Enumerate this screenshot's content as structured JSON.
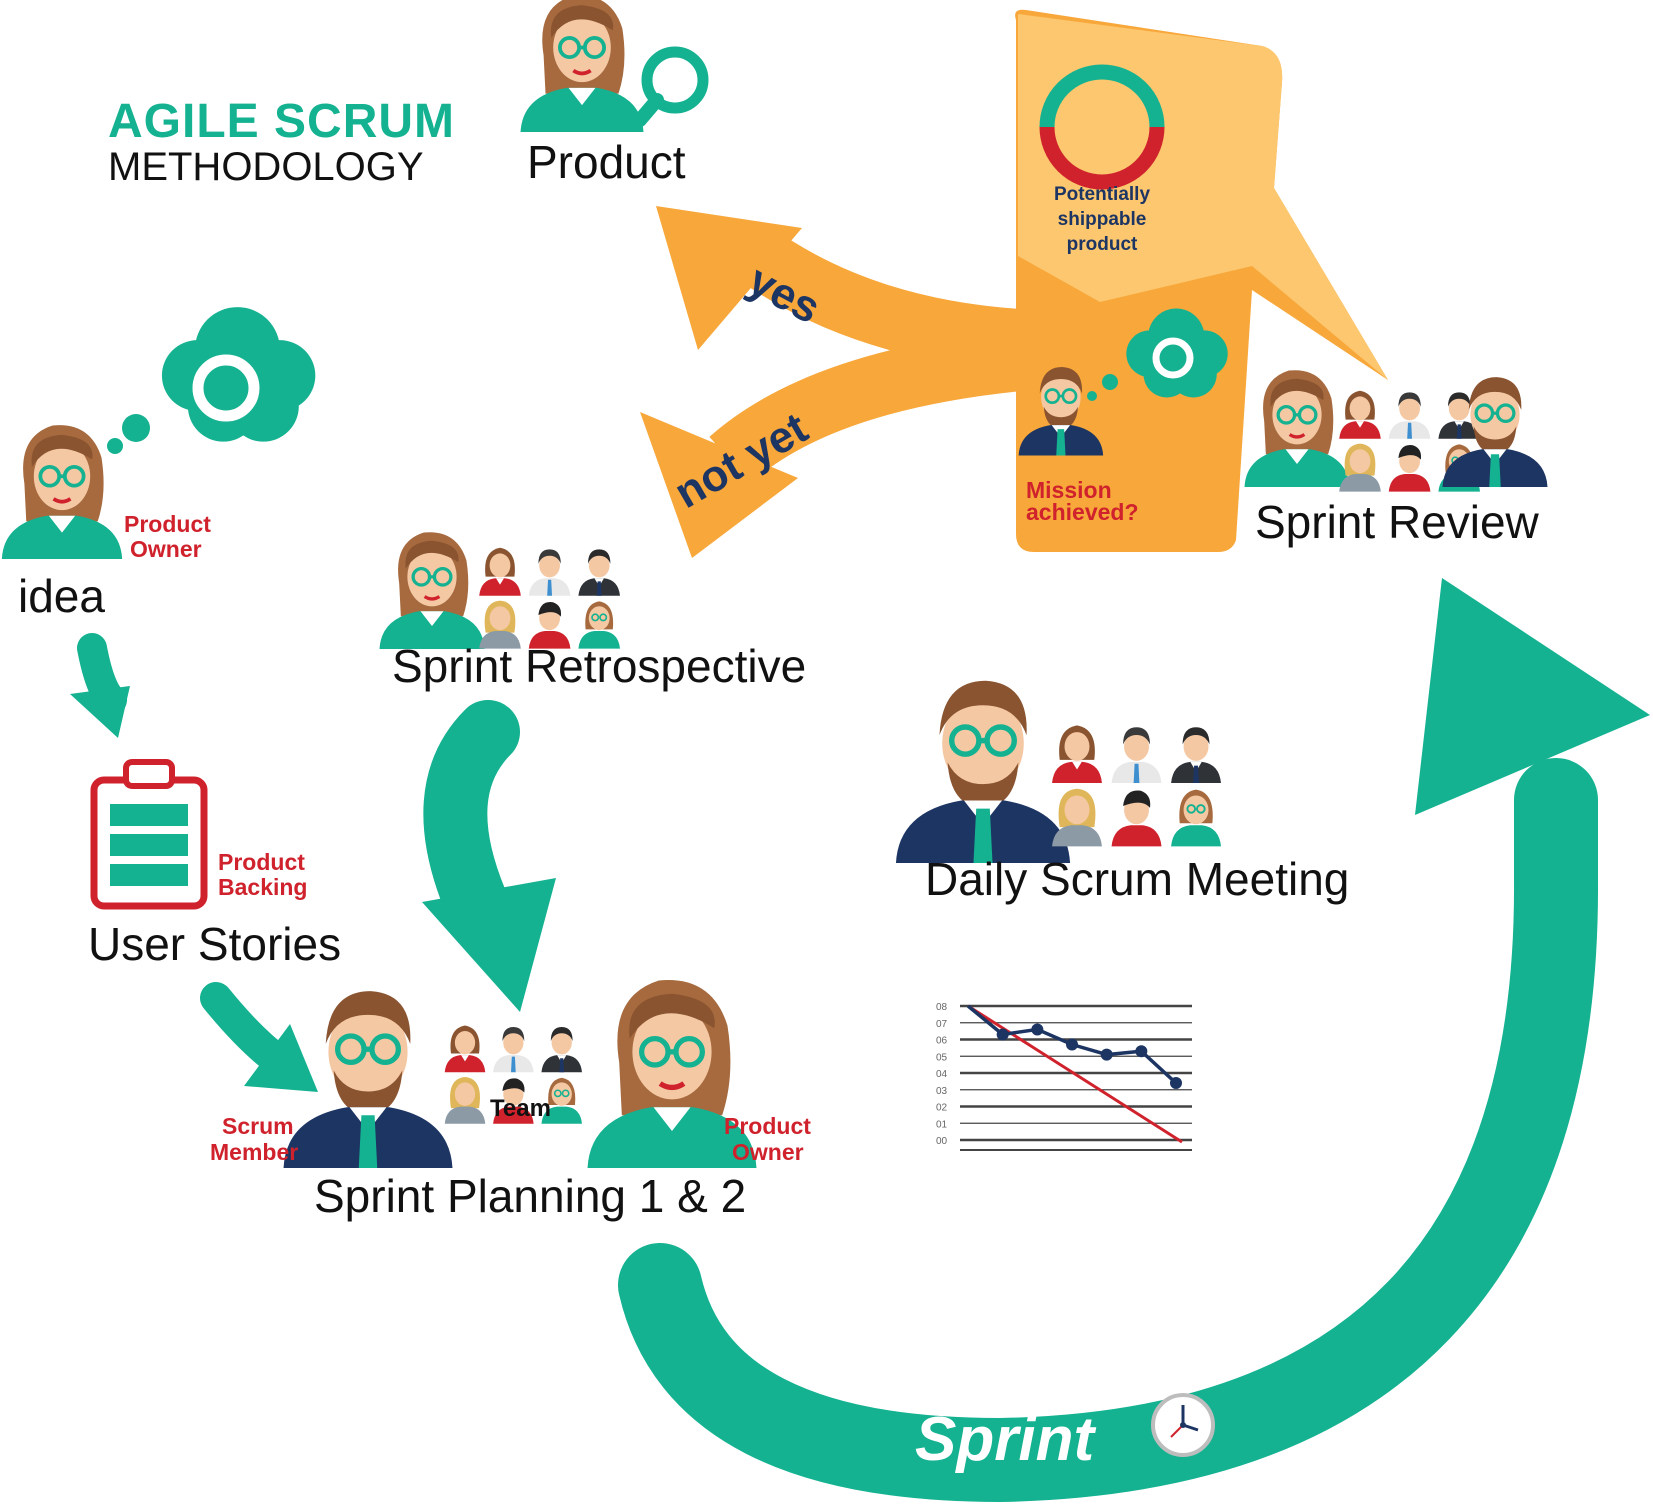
{
  "title": {
    "line1": "AGILE SCRUM",
    "line2": "METHODOLOGY"
  },
  "labels": {
    "product": "Product",
    "idea": "idea",
    "user_stories": "User Stories",
    "sprint_retrospective": "Sprint Retrospective",
    "sprint_review": "Sprint Review",
    "daily_scrum": "Daily Scrum Meeting",
    "sprint_planning": "Sprint Planning 1 & 2",
    "sprint": "Sprint",
    "team": "Team"
  },
  "roles": {
    "idea_owner_1": "Product",
    "idea_owner_2": "Owner",
    "backlog_1": "Product",
    "backlog_2": "Backing",
    "scrum_member_1": "Scrum",
    "scrum_member_2": "Member",
    "planning_owner_1": "Product",
    "planning_owner_2": "Owner"
  },
  "decision": {
    "yes": "yes",
    "not_yet": "not yet",
    "mission_1": "Mission",
    "mission_2": "achieved?",
    "shippable_1": "Potentially",
    "shippable_2": "shippable",
    "shippable_3": "product"
  },
  "burndown": {
    "y_ticks": [
      "08",
      "07",
      "06",
      "05",
      "04",
      "03",
      "02",
      "01",
      "00"
    ],
    "actual": [
      8,
      6.3,
      6.6,
      5.7,
      5.1,
      5.3,
      3.4
    ]
  },
  "colors": {
    "teal": "#14b291",
    "orange": "#f8a73a",
    "orange_light": "#fcc76e",
    "red": "#d0222c",
    "navy": "#1d3563"
  }
}
